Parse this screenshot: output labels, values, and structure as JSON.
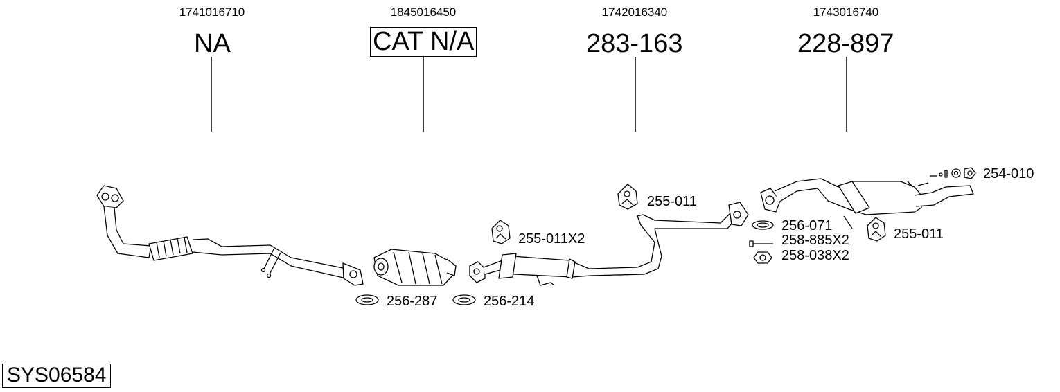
{
  "columns": [
    {
      "oe_number": "1741016710",
      "part": "NA",
      "boxed": false
    },
    {
      "oe_number": "1845016450",
      "part": "CAT N/A",
      "boxed": true
    },
    {
      "oe_number": "1742016340",
      "part": "283-163",
      "boxed": false
    },
    {
      "oe_number": "1743016740",
      "part": "228-897",
      "boxed": false
    }
  ],
  "callouts": {
    "c254_010": "254-010",
    "c255_011_top": "255-011",
    "c256_071": "256-071",
    "c258_885": "258-885X2",
    "c258_038": "258-038X2",
    "c255_011_right": "255-011",
    "c255_011x2": "255-011X2",
    "c256_287": "256-287",
    "c256_214": "256-214"
  },
  "system_code": "SYS06584",
  "colors": {
    "line": "#000000",
    "background": "#ffffff"
  }
}
